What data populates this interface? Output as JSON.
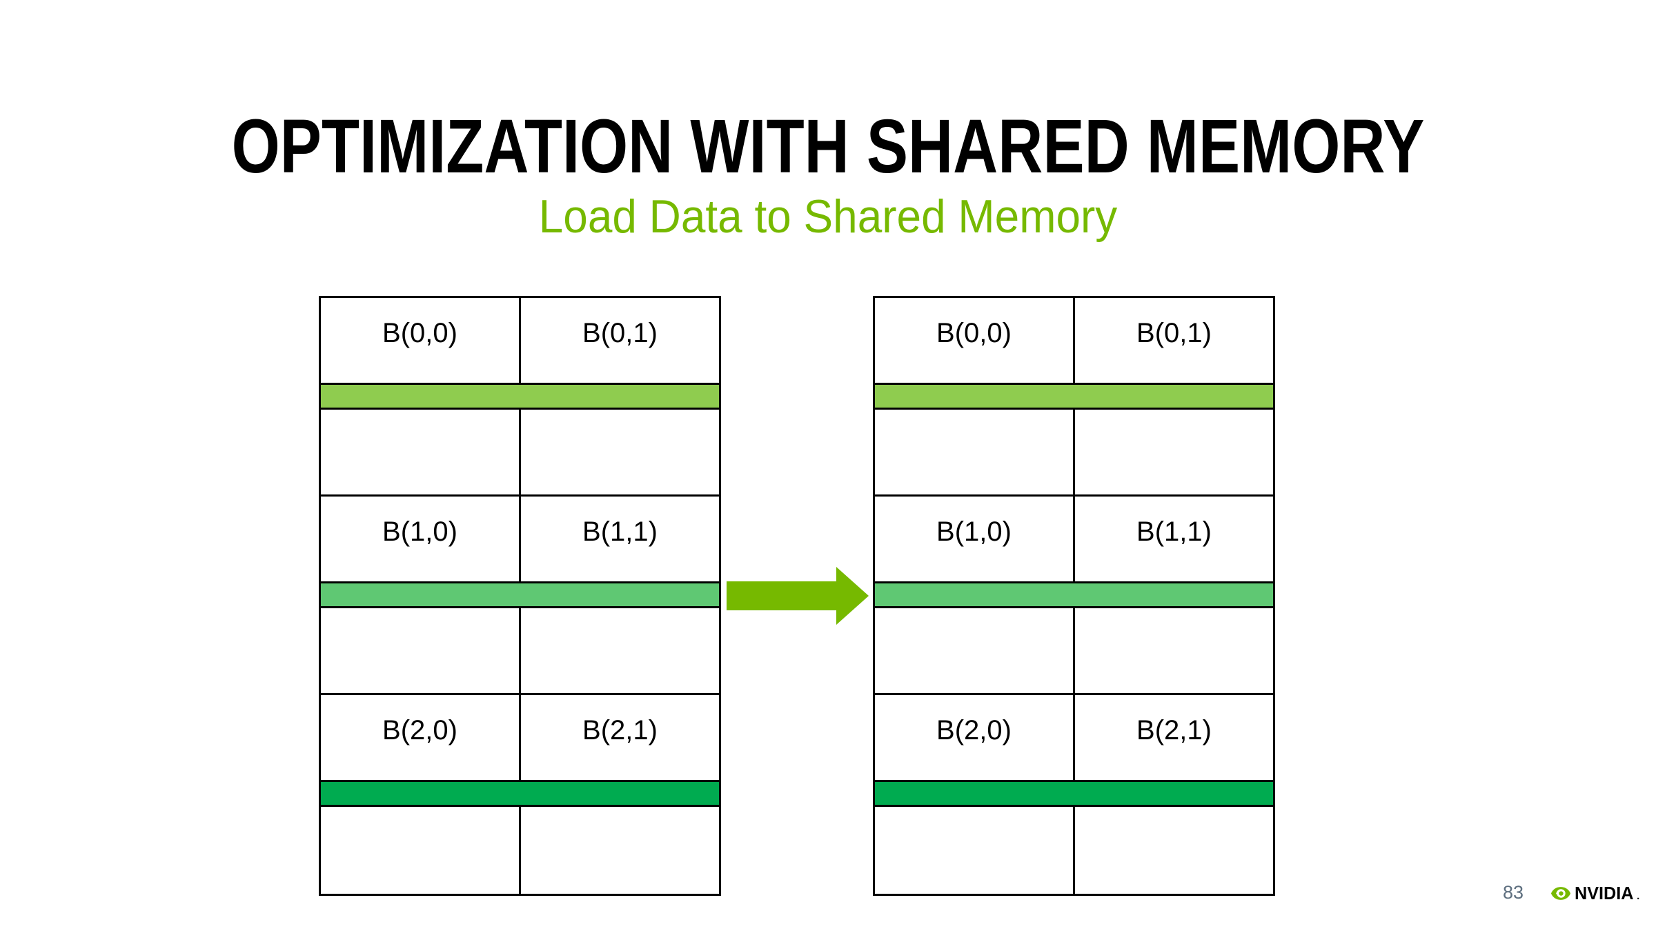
{
  "slide": {
    "title": "OPTIMIZATION WITH SHARED MEMORY",
    "subtitle": "Load Data to Shared Memory",
    "page_number": "83",
    "brand_wordmark": "NVIDIA",
    "trademark_dot": "."
  },
  "grid": {
    "cells": [
      [
        "B(0,0)",
        "B(0,1)"
      ],
      [
        "B(1,0)",
        "B(1,1)"
      ],
      [
        "B(2,0)",
        "B(2,1)"
      ]
    ]
  },
  "colors": {
    "title_text": "#000000",
    "subtitle_green": "#76B900",
    "arrow_green": "#76B900",
    "bar_row1": "#8FCC4F",
    "bar_row2": "#5FC873",
    "bar_row3": "#00AB50",
    "grid_line": "#000000",
    "page_number_gray": "#5E6F7F",
    "nvidia_logo_green": "#76B900"
  },
  "icons": {
    "arrow": "right-arrow-icon",
    "logo": "nvidia-eye-icon"
  }
}
